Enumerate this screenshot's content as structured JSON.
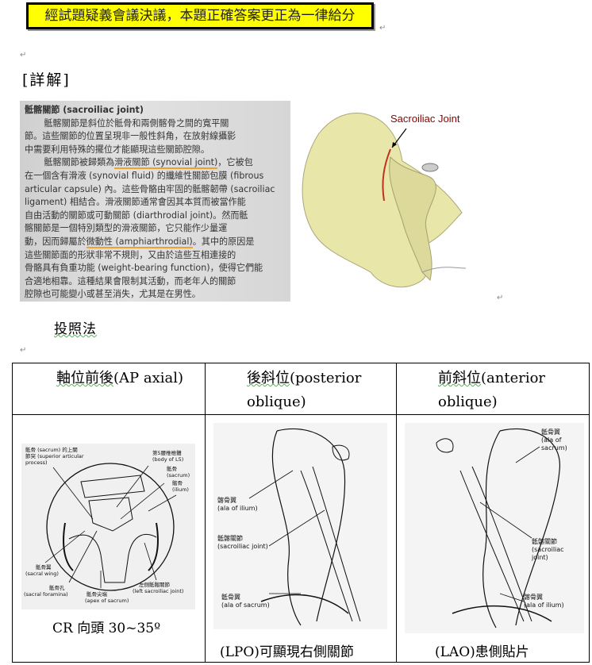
{
  "banner": {
    "text": "經試題疑義會議決議，本題正確答案更正為一律給分"
  },
  "detail_heading": "[詳解]",
  "textbook_scan": {
    "lines": [
      "骶髂關節 (sacroiliac joint)",
      "骶髂關節是斜位於骶骨和兩側髂骨之間的寬平關",
      "節。這些關節的位置呈現非一般性斜角，在放射線攝影",
      "中需要利用特殊的擺位才能顯現這些關節腔隙。",
      "骶髂關節被歸類為",
      "滑液關節 (synovial joint)",
      "，它被包",
      "在一個含有滑液 (synovial fluid) 的纖維性關節包膜 (fibrous",
      "articular capsule) 內。這些骨骼由牢固的骶髂韌帶 (sacroiliac",
      "ligament) 相結合。滑液關節通常會因其本質而被當作能",
      "自由活動的關節或可動關節 (diarthrodial joint)。然而骶",
      "髂關節是一個特別類型的滑液關節，它只能作少量運",
      "動，因而歸屬於",
      "微動性 (amphiarthrodial)",
      "。其中的原因是",
      "這些關節面的形狀非常不規則，又由於這些互相連接的",
      "骨骼具有負重功能 (weight-bearing function)，使得它們能",
      "合適地相靠。這種結果會限制其活動，而老年人的關節",
      "腔隙也可能變小或甚至消失，尤其是在男性。"
    ]
  },
  "pelvis_illustration": {
    "label": "Sacroiliac Joint"
  },
  "method_heading": "投照法",
  "table": {
    "headers": [
      {
        "zh": "軸位前後",
        "en": "(AP axial)"
      },
      {
        "zh": "後斜位",
        "en": "(posterior oblique)"
      },
      {
        "zh": "前斜位",
        "en": "(anterior oblique)"
      }
    ],
    "captions": [
      "CR 向頭 30~35º",
      "(LPO)可顯現右側關節",
      "(LAO)患側貼片"
    ],
    "ap_labels": [
      "骶骨 (sacrum) 的上關",
      "節突 (superior articular",
      "process)",
      "第5腰椎椎體",
      "(body of L5)",
      "骶骨",
      "(sacrum)",
      "髂骨",
      "(ilium)",
      "骶骨翼",
      "(sacral wing)",
      "骶骨孔",
      "(sacral foramina)",
      "骶骨尖端",
      "(apex of sacrum)",
      "左側骶髂關節",
      "(left sacroiliac joint)"
    ],
    "lpo_labels": [
      "髂骨翼",
      "(ala of ilium)",
      "骶髂關節",
      "(sacroiliac joint)",
      "骶骨翼",
      "(ala of sacrum)"
    ],
    "lao_labels": [
      "骶骨翼",
      "(ala of",
      "sacrum)",
      "骶髂關節",
      "(sacroiliac",
      "joint)",
      "髂骨翼",
      "(ala of ilium)"
    ]
  },
  "colors": {
    "banner_bg": "#ffff00",
    "highlight_underline": "#f0a030",
    "joint_label": "#8b0000",
    "bone": "#e8e6a8"
  }
}
